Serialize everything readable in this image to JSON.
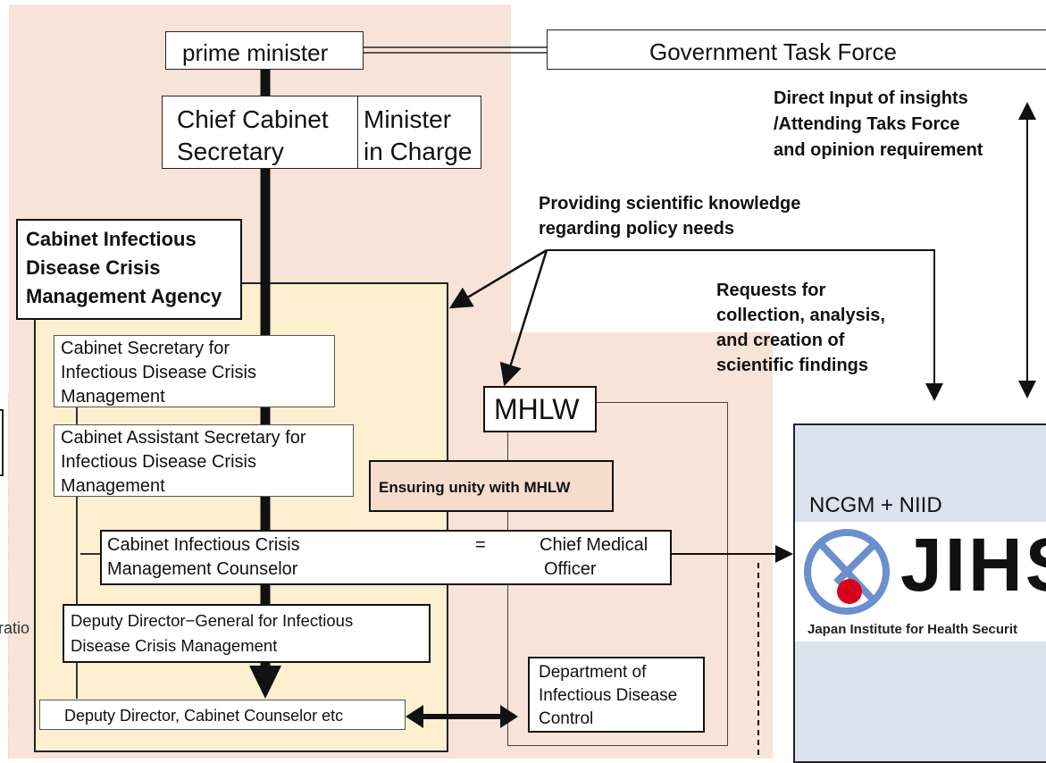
{
  "top": {
    "prime_minister": "prime minister",
    "task_force": "Government Task Force",
    "chief_cabinet_line1": "Chief Cabinet",
    "chief_cabinet_line2": "Secretary",
    "minister_line1": "Minister",
    "minister_line2": "in Charge"
  },
  "agency": {
    "title_line1": "Cabinet Infectious",
    "title_line2": "Disease Crisis",
    "title_line3": "Management Agency",
    "secretary_line1": "Cabinet Secretary for",
    "secretary_line2": "Infectious Disease Crisis",
    "secretary_line3": "Management",
    "assistant_line1": "Cabinet Assistant Secretary for",
    "assistant_line2": "Infectious Disease Crisis",
    "assistant_line3": "Management",
    "counselor_line1": "Cabinet Infectious Crisis",
    "counselor_line2": "Management Counselor",
    "equals": "=",
    "cmo_line1": "Chief Medical",
    "cmo_line2": "Officer",
    "deputy_dg_line1": "Deputy Director−General for Infectious",
    "deputy_dg_line2": "Disease Crisis Management",
    "deputy_director": "Deputy Director, Cabinet Counselor etc"
  },
  "mhlw": {
    "label": "MHLW",
    "unity": "Ensuring unity with MHLW",
    "dept_line1": "Department of",
    "dept_line2": "Infectious Disease",
    "dept_line3": "Control"
  },
  "annotations": {
    "direct_input_line1": "Direct Input of insights",
    "direct_input_line2": "/Attending Taks Force",
    "direct_input_line3": "and opinion requirement",
    "providing_line1": "Providing scientific knowledge",
    "providing_line2": "regarding policy needs",
    "requests_line1": "Requests for",
    "requests_line2": "collection, analysis,",
    "requests_line3": "and creation of",
    "requests_line4": "scientific findings"
  },
  "jihs": {
    "heading": "NCGM + NIID",
    "logo_text": "JIHS",
    "subtitle": "Japan Institute for Health Securit"
  },
  "left_edge": {
    "fragment": "ratio"
  },
  "colors": {
    "outer_panel": "#f8e3d8",
    "agency_panel": "#fdefcf",
    "jihs_panel": "#dbe3ef",
    "unity_box": "#f6dccd",
    "logo_blue": "#6b8fcf",
    "logo_red": "#d9001b"
  }
}
